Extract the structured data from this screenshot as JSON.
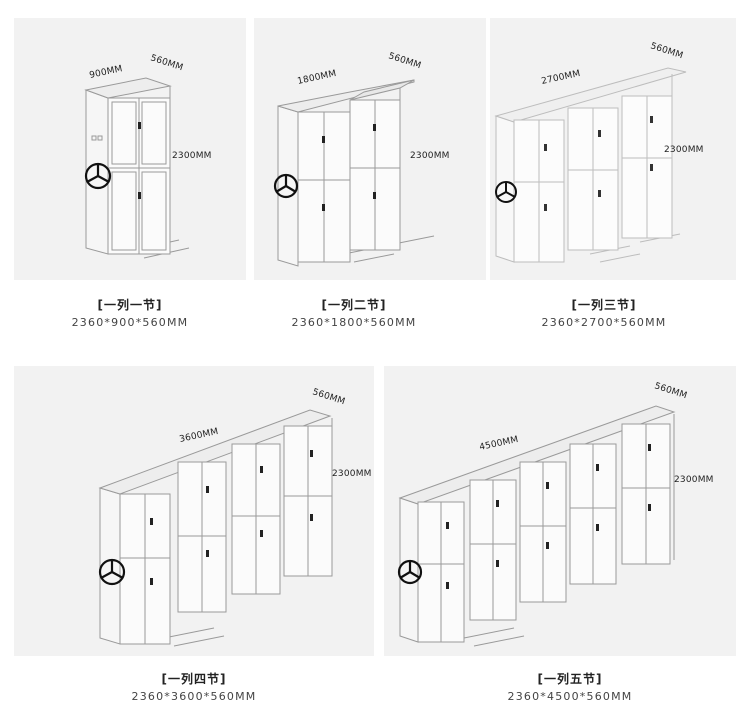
{
  "items": [
    {
      "title": "[一列一节]",
      "spec": "2360*900*560MM",
      "width": "900MM",
      "depth": "560MM",
      "height": "2300MM"
    },
    {
      "title": "[一列二节]",
      "spec": "2360*1800*560MM",
      "width": "1800MM",
      "depth": "560MM",
      "height": "2300MM"
    },
    {
      "title": "[一列三节]",
      "spec": "2360*2700*560MM",
      "width": "2700MM",
      "depth": "560MM",
      "height": "2300MM"
    },
    {
      "title": "[一列四节]",
      "spec": "2360*3600*560MM",
      "width": "3600MM",
      "depth": "560MM",
      "height": "2300MM"
    },
    {
      "title": "[一列五节]",
      "spec": "2360*4500*560MM",
      "width": "4500MM",
      "depth": "560MM",
      "height": "2300MM"
    }
  ],
  "colors": {
    "panel_bg": "#f2f2f2",
    "line": "#888888",
    "handwheel": "#111111"
  }
}
